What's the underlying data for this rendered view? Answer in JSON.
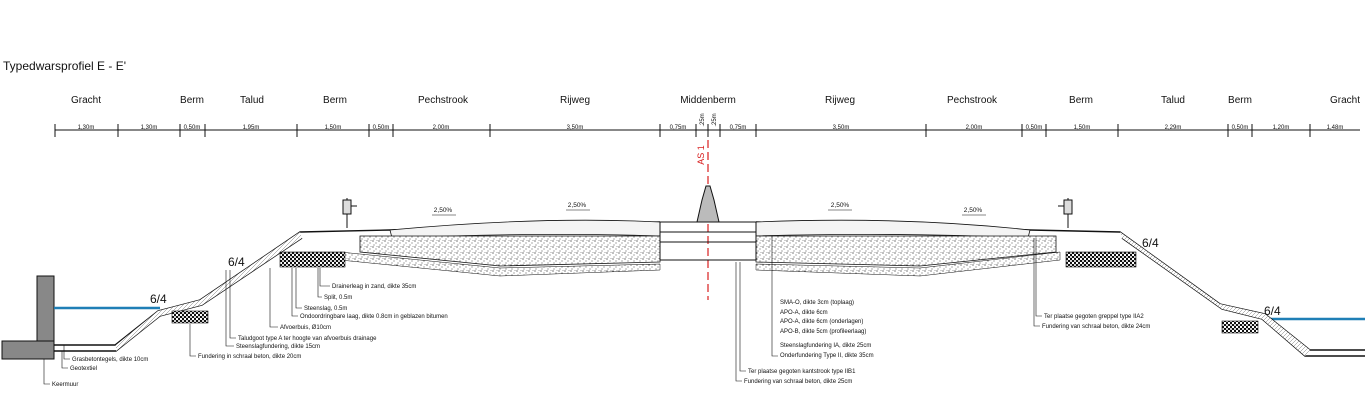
{
  "title": "Typedwarsprofiel E - E'",
  "zones": [
    "Gracht",
    "Berm",
    "Talud",
    "Berm",
    "Pechstrook",
    "Rijweg",
    "Middenberm",
    "Rijweg",
    "Pechstrook",
    "Berm",
    "Talud",
    "Berm",
    "Gracht"
  ],
  "dims": [
    "1,30m",
    "1,30m",
    "0,50m",
    "1,95m",
    "1,50m",
    "0,50m",
    "2,00m",
    "3,50m",
    "0,75m",
    ".25m",
    ".25m",
    "0,75m",
    "3,50m",
    "2,00m",
    "0,50m",
    "1,50m",
    "2,29m",
    "0,50m",
    "1,20m",
    "1,48m"
  ],
  "axis_label": "AS 1",
  "slopes": [
    "6/4",
    "6/4",
    "6/4",
    "6/4"
  ],
  "crossfall": [
    "2,50%",
    "2,50%",
    "2,50%",
    "2,50%"
  ],
  "notes_left": [
    "Drainerleag in zand, dikte 35cm",
    "Split, 0.5m",
    "Steenslag, 0.5m",
    "Ondoordringbare laag, dikte 0.8cm in geblazen bitumen",
    "Afvoerbuis, Ø10cm",
    "Taludgoot type A ter hoogte van afvoerbuis drainage",
    "Steenslagfundering, dikte 15cm",
    "Fundering in schraal beton, dikte 20cm",
    "Grasbetontegels, dikte 10cm",
    "Geotextiel",
    "Keermuur"
  ],
  "notes_center": [
    "SMA-O, dikte 3cm (toplaag)",
    "APO-A, dikte 6cm",
    "APO-A, dikte 6cm (onderlagen)",
    "APO-B, dikte 5cm (profileerlaag)",
    "Steenslagfundering IA, dikte 25cm",
    "Onderfundering Type II, dikte 35cm",
    "Ter plaatse gegoten kantstrook type IIB1",
    "Fundering van schraal beton, dikte 25cm"
  ],
  "notes_right": [
    "Ter plaatse gegoten greppel type IIA2",
    "Fundering van schraal beton, dikte 24cm"
  ],
  "colors": {
    "water": "#1f7fb6",
    "axis": "#d81e1e",
    "line": "#111111"
  }
}
